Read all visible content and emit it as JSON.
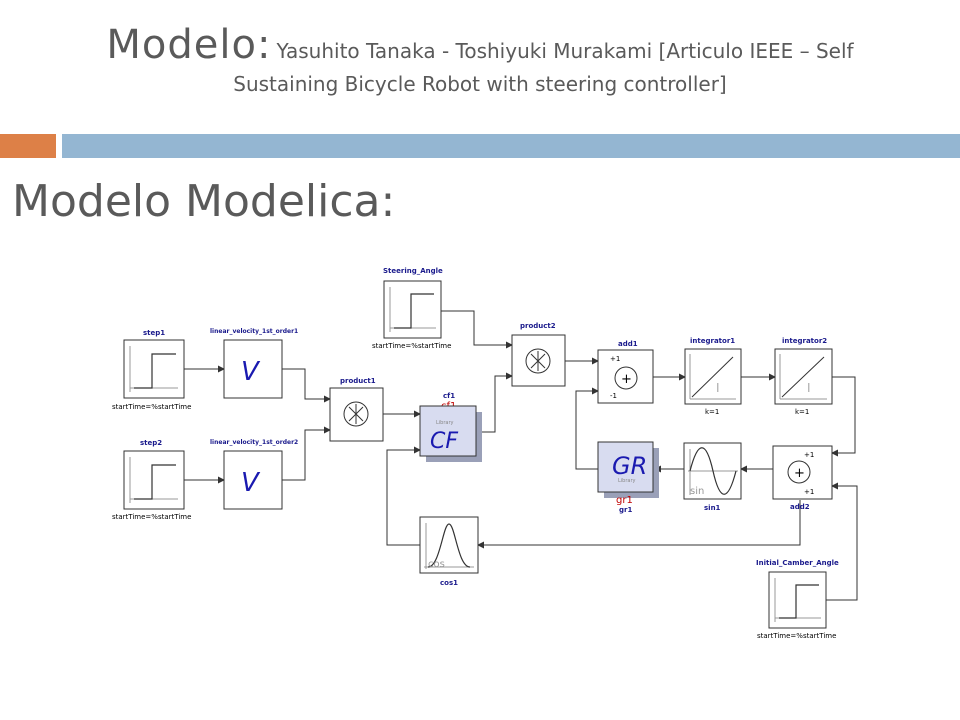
{
  "header": {
    "model_word": "Modelo:",
    "authors_line1": "Yasuhito Tanaka - Toshiyuki Murakami [Articulo IEEE – Self",
    "authors_line2": "Sustaining Bicycle Robot with steering controller]"
  },
  "subtitle": "Modelo Modelica:",
  "colors": {
    "accent_orange": "#dd8047",
    "accent_blue": "#94b6d2",
    "block_label": "#1a1a8c",
    "library_fill": "#d8dcf0"
  },
  "diagram": {
    "blocks": {
      "step1": {
        "name": "step1",
        "param": "startTime=%startTime"
      },
      "step2": {
        "name": "step2",
        "param": "startTime=%startTime"
      },
      "lin1": {
        "name": "linear_velocity_1st_order1",
        "glyph": "V"
      },
      "lin2": {
        "name": "linear_velocity_1st_order2",
        "glyph": "V"
      },
      "product1": {
        "name": "product1"
      },
      "steering": {
        "name": "Steering_Angle",
        "param": "startTime=%startTime"
      },
      "product2": {
        "name": "product2"
      },
      "cf1": {
        "name": "cf1",
        "name_red": "cf1",
        "glyph": "CF",
        "lib": "Library"
      },
      "add1": {
        "name": "add1",
        "sign_top": "+1",
        "sign_bot": "-1",
        "op": "+"
      },
      "integrator1": {
        "name": "integrator1",
        "param": "k=1",
        "glyph": "I"
      },
      "integrator2": {
        "name": "integrator2",
        "param": "k=1",
        "glyph": "I"
      },
      "gr1": {
        "name": "gr1",
        "name_red": "gr1",
        "glyph": "GR",
        "lib": "Library"
      },
      "sin1": {
        "name": "sin1",
        "glyph": "sin"
      },
      "add2": {
        "name": "add2",
        "sign_top": "+1",
        "sign_bot": "+1",
        "op": "+"
      },
      "cos1": {
        "name": "cos1",
        "glyph": "cos"
      },
      "camber": {
        "name": "Initial_Camber_Angle",
        "param": "startTime=%startTime"
      }
    }
  }
}
